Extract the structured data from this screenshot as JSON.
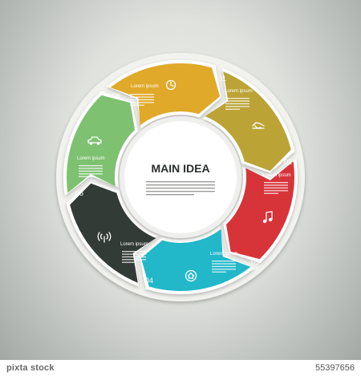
{
  "center": {
    "title": "MAIN IDEA",
    "body_lines": 5
  },
  "segments": [
    {
      "number": "01",
      "label": "Lorem ipsum",
      "color": "#bba336",
      "icon": "handshake-icon"
    },
    {
      "number": "02",
      "label": "Lorem ipsum",
      "color": "#d63439",
      "icon": "music-icon"
    },
    {
      "number": "03",
      "label": "Lorem ipsum",
      "color": "#22b7c9",
      "icon": "home-icon"
    },
    {
      "number": "04",
      "label": "Lorem ipsum",
      "color": "#333b37",
      "icon": "wifi-tower-icon"
    },
    {
      "number": "05",
      "label": "Lorem ipsum",
      "color": "#7ec170",
      "icon": "car-icon"
    },
    {
      "number": "06",
      "label": "Lorem ipsum",
      "color": "#e0a92a",
      "icon": "clock-icon"
    }
  ],
  "footer": {
    "brand": "pixta stock",
    "id": "55397656"
  }
}
